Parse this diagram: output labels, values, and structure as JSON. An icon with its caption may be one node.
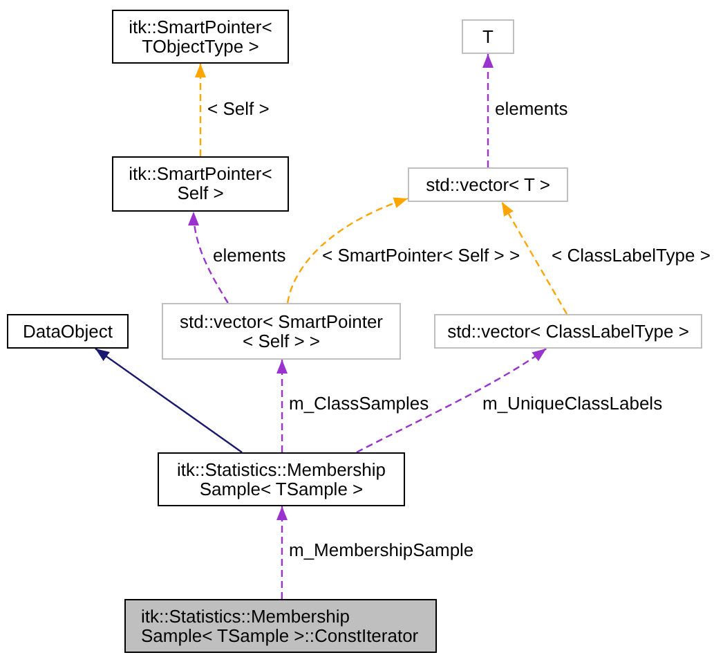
{
  "diagram": {
    "nodes": [
      {
        "text": [
          "itk::SmartPointer< TObjectType >"
        ]
      },
      {
        "text": [
          "T"
        ]
      },
      {
        "text": [
          "itk::SmartPointer< Self >"
        ]
      },
      {
        "text": [
          "std::vector< T >"
        ]
      },
      {
        "text": [
          "DataObject"
        ]
      },
      {
        "text": [
          "std::vector< SmartPointer < Self > >"
        ]
      },
      {
        "text": [
          "std::vector< ClassLabelType >"
        ]
      },
      {
        "text": [
          "itk::Statistics::Membership Sample< TSample >"
        ]
      },
      {
        "text": [
          "itk::Statistics::Membership Sample< TSample >::ConstIterator"
        ]
      }
    ],
    "edges": [
      {
        "from": 2,
        "to": 0,
        "arrow": "to",
        "label": "< Self >",
        "style": "dashed",
        "color": "#ffa500"
      },
      {
        "from": 3,
        "to": 1,
        "arrow": "to",
        "label": "elements",
        "style": "dashed"
      },
      {
        "from": 5,
        "to": 2,
        "arrow": "to",
        "label": "elements",
        "style": "dashed"
      },
      {
        "from": 5,
        "to": 3,
        "arrow": "to",
        "label": "< SmartPointer< Self > >",
        "style": "dashed",
        "color": "#ffa500"
      },
      {
        "from": 6,
        "to": 3,
        "arrow": "to",
        "label": "< ClassLabelType >",
        "style": "dashed",
        "color": "#ffa500"
      },
      {
        "from": 7,
        "to": 4,
        "arrow": "to",
        "color": "#191970"
      },
      {
        "from": 7,
        "to": 5,
        "arrow": "to",
        "label": "m_ClassSamples",
        "style": "dashed"
      },
      {
        "from": 7,
        "to": 6,
        "arrow": "to",
        "label": "m_UniqueClassLabels",
        "style": "dashed"
      },
      {
        "from": 8,
        "to": 7,
        "arrow": "to",
        "label": "m_MembershipSample",
        "style": "dashed"
      }
    ]
  }
}
